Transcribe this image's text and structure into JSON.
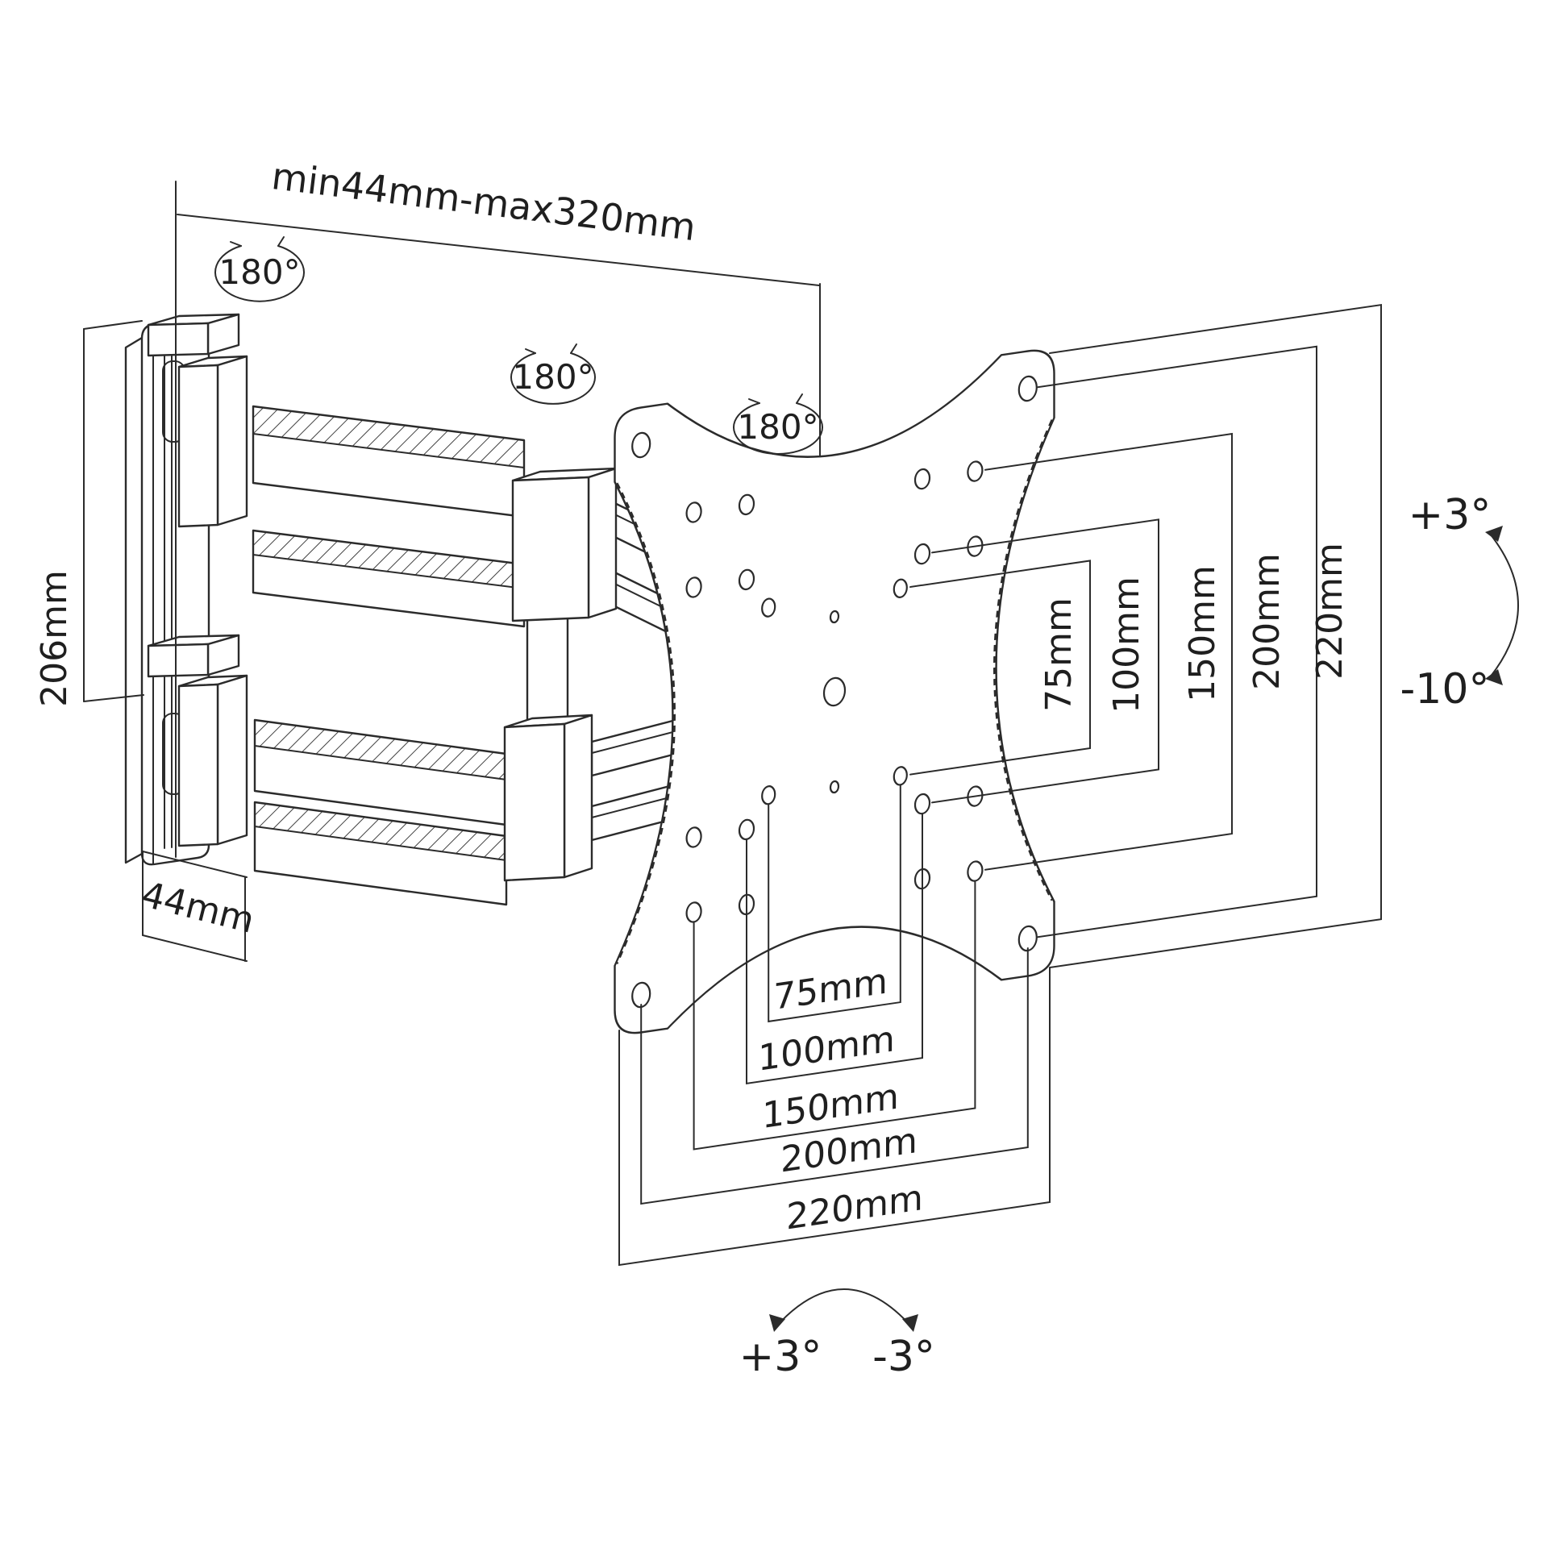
{
  "diagram": {
    "type": "technical-line-drawing",
    "background": "#ffffff",
    "line_color": "#2b2b2b",
    "top_dimension": "min44mm-max320mm",
    "wall_plate": {
      "height": "206mm",
      "depth": "44mm"
    },
    "rotation_labels": [
      "180°",
      "180°",
      "180°"
    ],
    "vesa_plate": {
      "vertical_dims": [
        "75mm",
        "100mm",
        "150mm",
        "200mm",
        "220mm"
      ],
      "horizontal_dims": [
        "75mm",
        "100mm",
        "150mm",
        "200mm",
        "220mm"
      ]
    },
    "tilt": {
      "up": "+3°",
      "down": "-10°"
    },
    "swivel": {
      "left": "+3°",
      "right": "-3°"
    }
  }
}
